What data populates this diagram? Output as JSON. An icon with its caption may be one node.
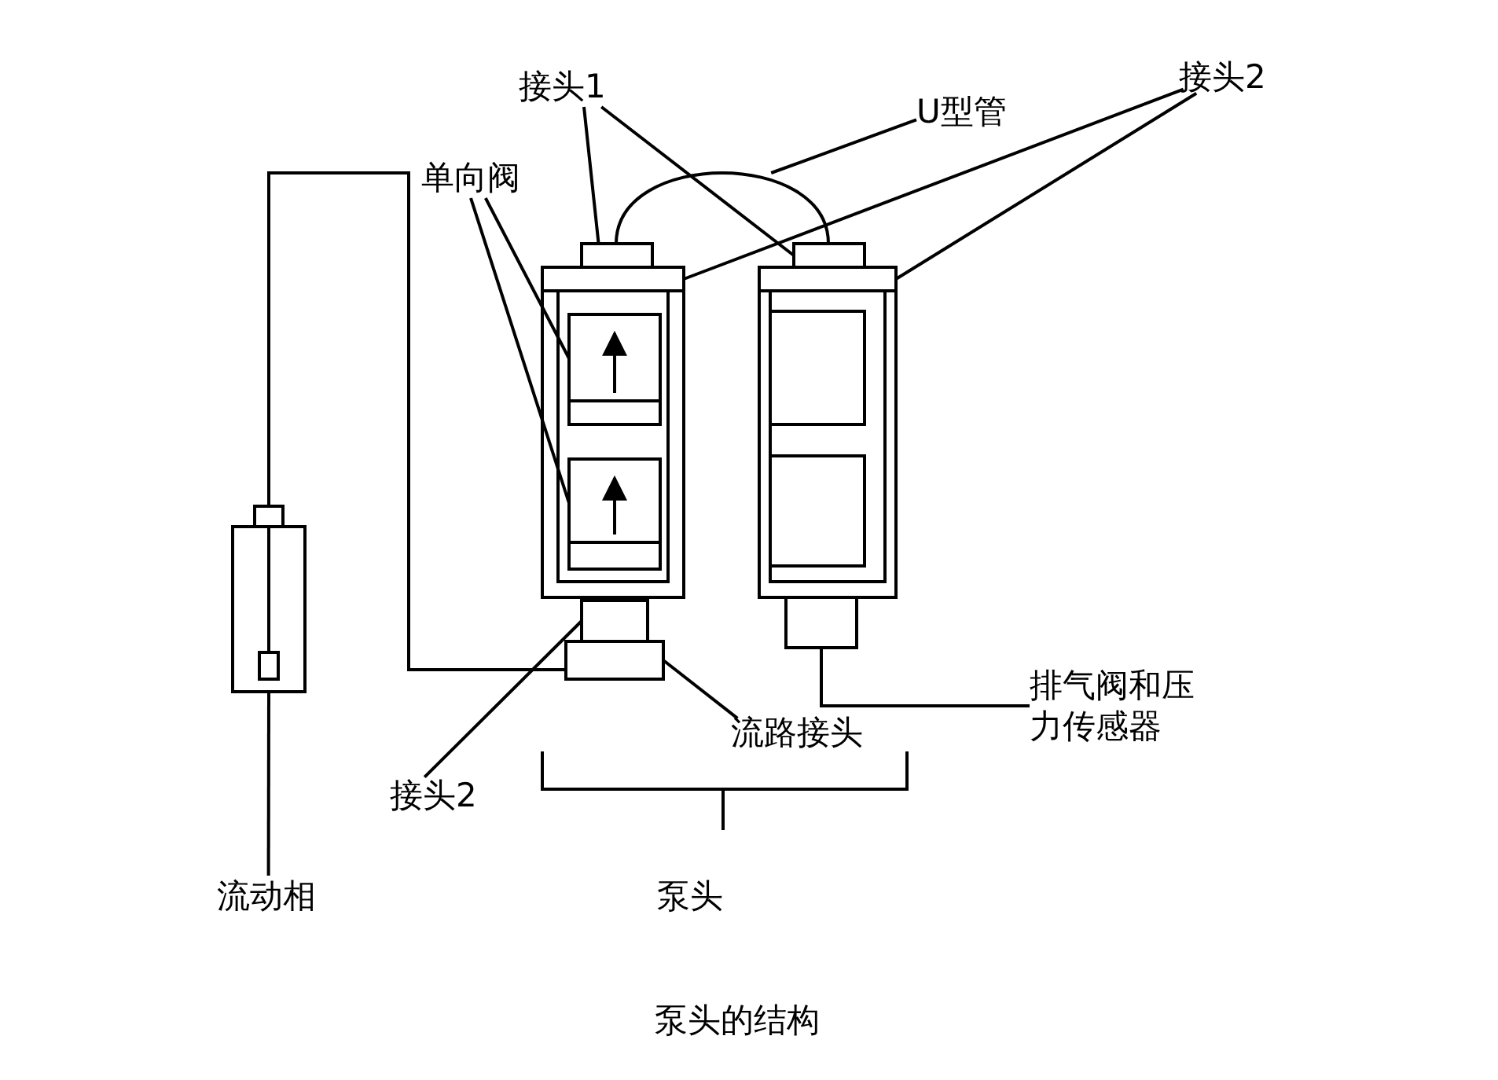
{
  "diagram": {
    "caption": "泵头的结构",
    "nodes": [
      {
        "text": [
          "接头1"
        ]
      },
      {
        "text": [
          "U型管"
        ]
      },
      {
        "text": [
          "接头2"
        ]
      },
      {
        "text": [
          "单向阀"
        ]
      },
      {
        "text": [
          "流路接头"
        ]
      },
      {
        "text": [
          "接头2"
        ]
      },
      {
        "text": [
          "排气阀和压力传感器"
        ]
      },
      {
        "text": [
          "流动相"
        ]
      },
      {
        "text": [],
        "shape": "box"
      },
      {
        "text": [],
        "shape": "box"
      },
      {
        "text": [],
        "shape": "box"
      },
      {
        "text": [],
        "shape": "box"
      },
      {
        "text": [],
        "shape": "arc"
      },
      {
        "text": [],
        "shape": "box"
      },
      {
        "text": [],
        "shape": "box"
      },
      {
        "text": [],
        "shape": "box"
      },
      {
        "text": [],
        "shape": "box"
      },
      {
        "text": [],
        "shape": "box"
      },
      {
        "text": [],
        "shape": "bottle"
      }
    ],
    "edges": [
      {
        "from": 0,
        "to": 8,
        "arrow": "none"
      },
      {
        "from": 0,
        "to": 9,
        "arrow": "none"
      },
      {
        "from": 1,
        "to": 12,
        "arrow": "none"
      },
      {
        "from": 2,
        "to": 10,
        "arrow": "none"
      },
      {
        "from": 2,
        "to": 11,
        "arrow": "none"
      },
      {
        "from": 3,
        "to": 13,
        "arrow": "none"
      },
      {
        "from": 3,
        "to": 14,
        "arrow": "none"
      },
      {
        "from": 4,
        "to": 15,
        "arrow": "none"
      },
      {
        "from": 5,
        "to": 16,
        "arrow": "none"
      },
      {
        "from": 6,
        "to": 17,
        "arrow": "none"
      },
      {
        "from": 7,
        "to": 18,
        "arrow": "none"
      },
      {
        "from": 18,
        "to": 15,
        "arrow": "none"
      }
    ],
    "labels": [
      "泵头"
    ]
  }
}
